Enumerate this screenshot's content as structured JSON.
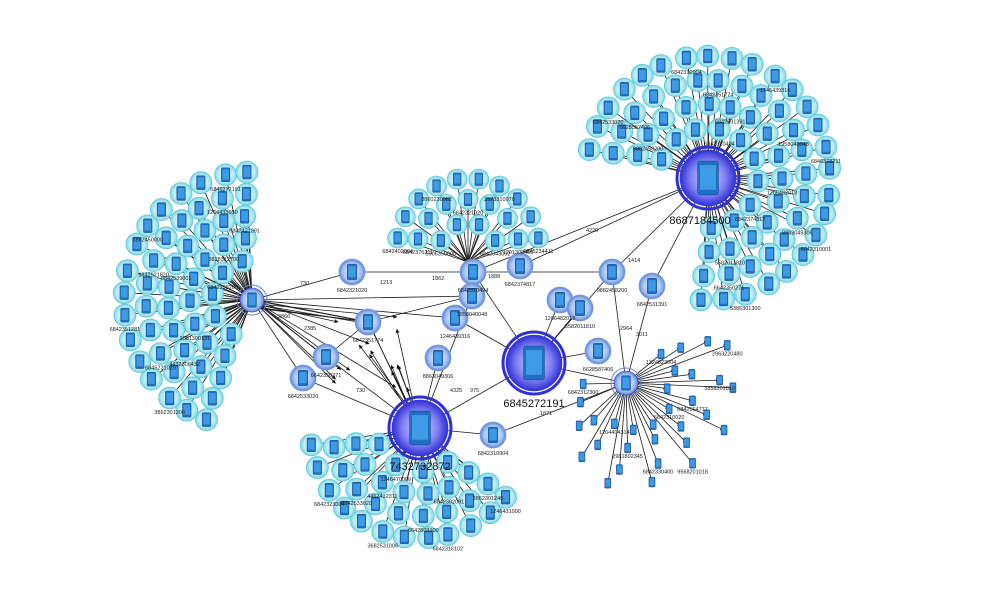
{
  "diagram": {
    "type": "phone-call-network",
    "colors": {
      "edge": "#1a1a1a",
      "node_halo": "#b8ecf4",
      "node_halo_stroke": "#59c9da",
      "phone_body": "#1f6fc4",
      "phone_screen": "#3f9ae6",
      "hub_ring": "#2f2fd6",
      "hub_halo": "#6a6ae8"
    },
    "hubs": [
      {
        "id": "h1",
        "label": "8687184500",
        "icon": "phone-icon"
      },
      {
        "id": "h2",
        "label": "6845272191",
        "icon": "phone-icon"
      },
      {
        "id": "h3",
        "label": "7432732872",
        "icon": "phone-icon"
      },
      {
        "id": "h4",
        "label": "",
        "icon": "phone-icon"
      },
      {
        "id": "h5",
        "label": "",
        "icon": "phone-icon"
      }
    ],
    "node_labels": [
      "6842310494",
      "6842374817",
      "9882458200",
      "6842531391",
      "1206482013",
      "5582011810",
      "6628587406",
      "6842351774",
      "1958040048",
      "8863049306",
      "6642350271",
      "6842533020",
      "6842310904",
      "1246439316",
      "6846378211",
      "6042310001",
      "5386301300",
      "6842398200",
      "1061300131",
      "3828312700",
      "4432306432",
      "6842539001",
      "6842421391",
      "6845221020",
      "6842521820",
      "1256433050",
      "3862301300",
      "6842351281",
      "1862450000",
      "6846272191",
      "5906350000",
      "6842343002",
      "6842376311",
      "6842321020",
      "1201300460",
      "6842402004",
      "3860230082",
      "2523310070",
      "6845234411",
      "1246470000",
      "6842302091",
      "4452432311",
      "3862301240",
      "6642503100",
      "6842533020",
      "1246431000",
      "6842316102",
      "3682531006",
      "6842323004",
      "1324823004",
      "2963220480",
      "3858301810",
      "6842564777",
      "6642310020",
      "9568201018",
      "6842330400",
      "2981802345",
      "1264404314",
      "6842312300",
      "6842321020"
    ],
    "edge_labels": [
      "730",
      "1213",
      "1862",
      "1888",
      "4220",
      "1414",
      "2964",
      "3011",
      "4325",
      "975",
      "2385",
      "3866",
      "1871"
    ]
  }
}
